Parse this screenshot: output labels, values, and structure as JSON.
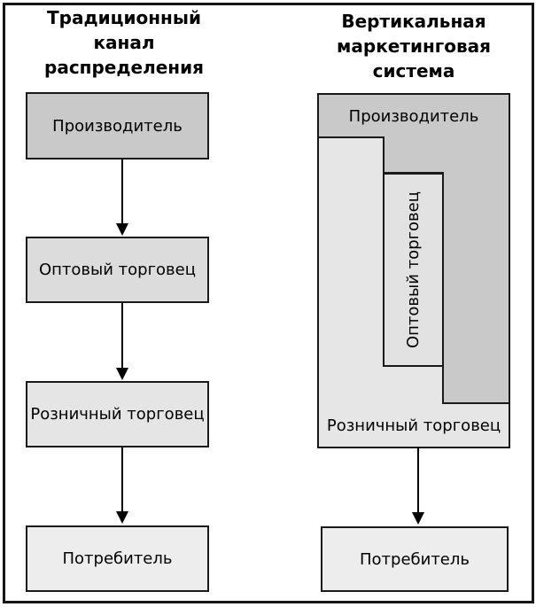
{
  "figure": {
    "left_column": {
      "title": "Традиционный\nканал\nраспределения",
      "boxes": [
        {
          "label": "Производитель"
        },
        {
          "label": "Оптовый торговец"
        },
        {
          "label": "Розничный торговец"
        },
        {
          "label": "Потребитель"
        }
      ]
    },
    "right_column": {
      "title": "Вертикальная\nмаркетинговая\nсистема",
      "producer_label": "Производитель",
      "wholesaler_label": "Оптовый торговец",
      "retailer_label": "Розничный торговец",
      "consumer_label": "Потребитель"
    },
    "colors": {
      "producer_fill": "#c9c9c9",
      "wholesaler_fill": "#dcdcdc",
      "retailer_fill": "#e5e5e5",
      "vms_wholesaler_fill": "#e2e2e2",
      "vms_retailer_fill": "#e6e6e6",
      "consumer_fill": "#ededed",
      "outline": "#1a1a1a",
      "background": "#ffffff"
    }
  }
}
